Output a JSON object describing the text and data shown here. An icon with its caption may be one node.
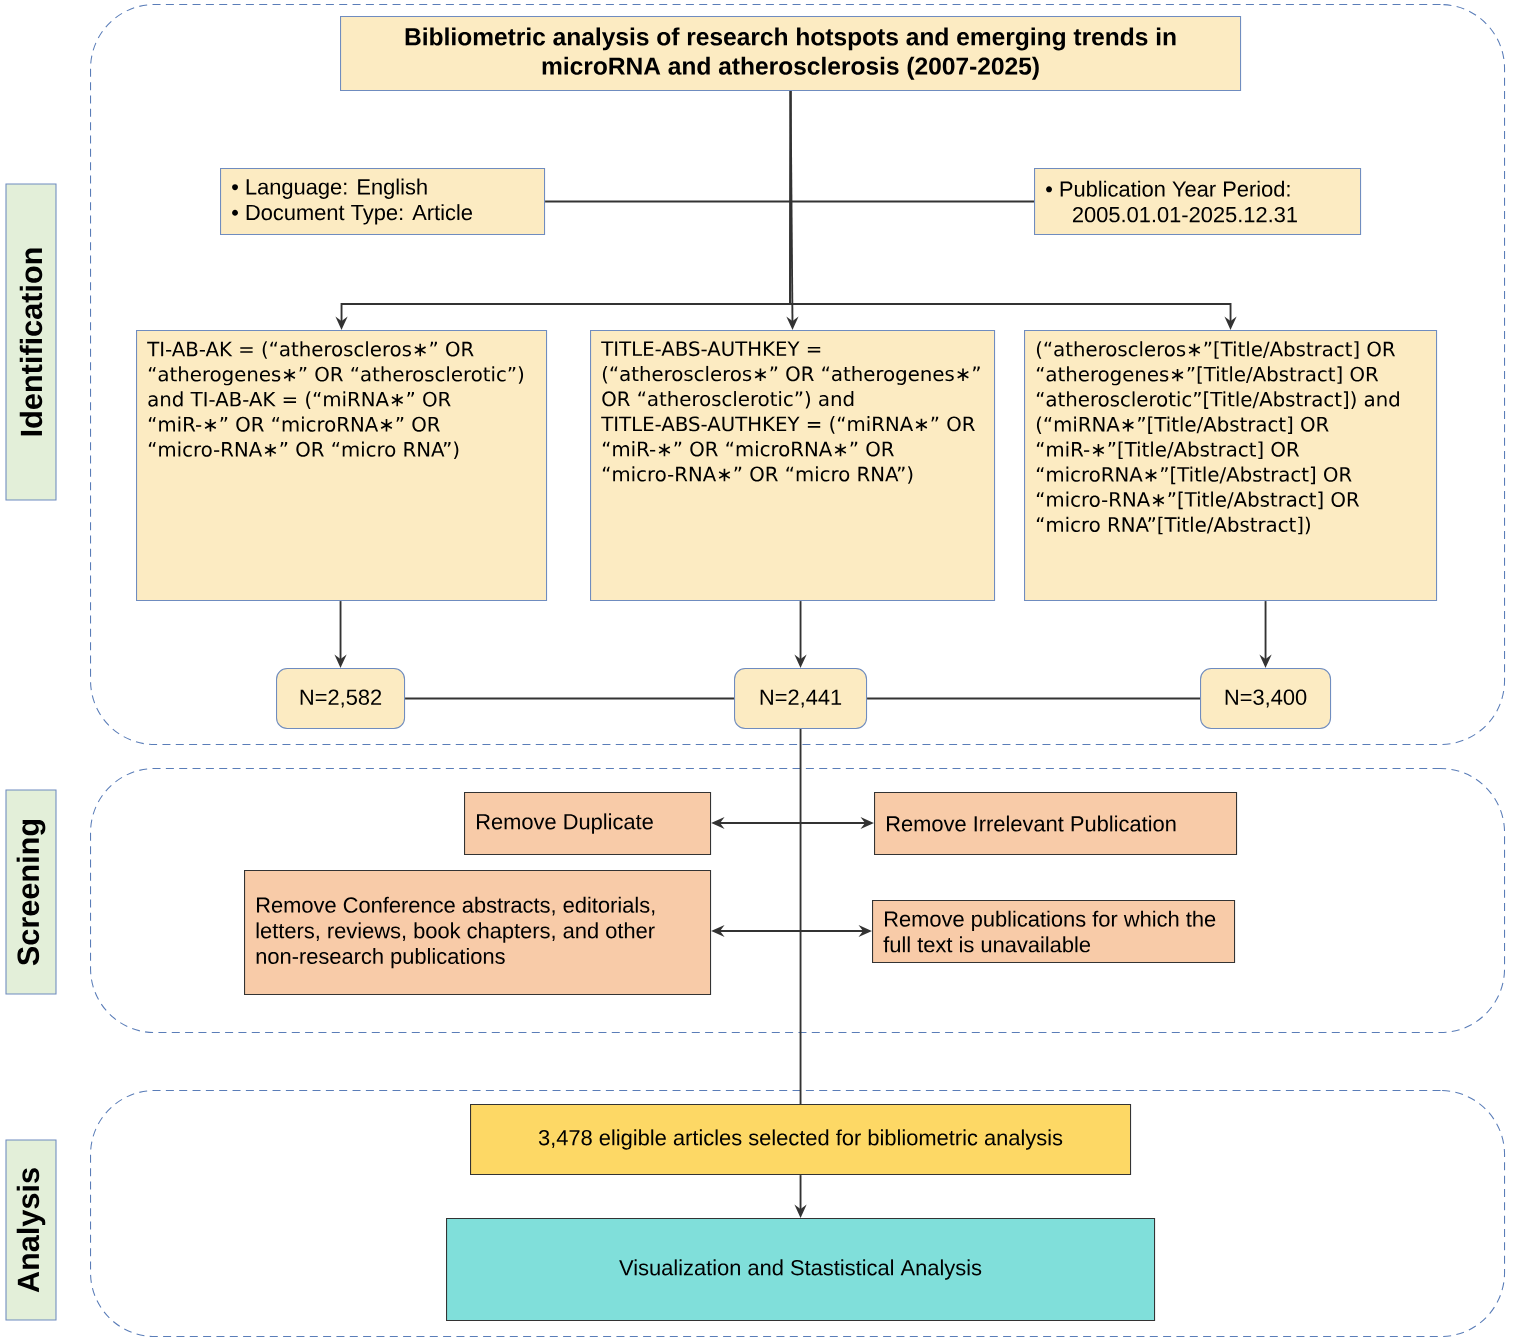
{
  "diagram": {
    "nodes": [
      {
        "text": [
          "Identification"
        ]
      },
      {
        "text": [
          "Bibliometric analysis of research hotspots and emerging trends in microRNA and atherosclerosis (2007-2025)"
        ],
        "in": 0
      },
      {
        "text": [
          "• Language: English",
          "• Document Type: Article"
        ],
        "in": 0
      },
      {
        "text": [
          "• Publication Year Period: 2005.01.01-2025.12.31"
        ],
        "in": 0
      },
      {
        "text": [
          "TI-AB-AK = (“atheroscleros∗” OR “atherogenes∗” OR “atherosclerotic”) and TI-AB-AK = (“miRNA∗” OR “miR-∗” OR “microRNA∗” OR “micro-RNA∗” OR “micro RNA”)"
        ],
        "in": 0
      },
      {
        "text": [
          "TITLE-ABS-AUTHKEY = (“atheroscleros∗” OR “atherogenes∗” OR “atherosclerotic”) and TITLE-ABS-AUTHKEY = (“miRNA∗” OR “miR-∗” OR “microRNA∗” OR “micro-RNA∗” OR “micro RNA”)"
        ],
        "in": 0
      },
      {
        "text": [
          "(“atheroscleros∗”[Title/Abstract] OR “atherogenes∗”[Title/Abstract] OR “atherosclerotic”[Title/Abstract]) and (“miRNA∗”[Title/Abstract] OR “miR-∗”[Title/Abstract] OR “microRNA∗”[Title/Abstract] OR “micro-RNA∗”[Title/Abstract] OR “micro RNA”[Title/Abstract])"
        ],
        "in": 0
      },
      {
        "text": [
          "N=2,582"
        ],
        "in": 0
      },
      {
        "text": [
          "N=2,441"
        ],
        "in": 0
      },
      {
        "text": [
          "N=3,400"
        ],
        "in": 0
      },
      {
        "text": [
          "Screening"
        ]
      },
      {
        "text": [
          "Remove Duplicate"
        ],
        "in": 10
      },
      {
        "text": [
          "Remove Irrelevant Publication"
        ],
        "in": 10
      },
      {
        "text": [
          "Remove Conference abstracts, editorials, letters, reviews, book chapters, and other non-research publications"
        ],
        "in": 10
      },
      {
        "text": [
          "Remove publications for which the full text is unavailable"
        ],
        "in": 10
      },
      {
        "text": [
          "Analysis"
        ]
      },
      {
        "text": [
          "3,478 eligible articles selected for bibliometric analysis"
        ],
        "in": 15
      },
      {
        "text": [
          "Visualization and Stastistical Analysis"
        ],
        "in": 15
      }
    ],
    "edges": [
      {
        "from": 1,
        "to": 4,
        "arrow": "to"
      },
      {
        "from": 1,
        "to": 5,
        "arrow": "to"
      },
      {
        "from": 1,
        "to": 6,
        "arrow": "to"
      },
      {
        "from": 2,
        "to": 3,
        "arrow": "none"
      },
      {
        "from": 4,
        "to": 7,
        "arrow": "to"
      },
      {
        "from": 5,
        "to": 8,
        "arrow": "to"
      },
      {
        "from": 6,
        "to": 9,
        "arrow": "to"
      },
      {
        "from": 7,
        "to": 8,
        "arrow": "none"
      },
      {
        "from": 8,
        "to": 9,
        "arrow": "none"
      },
      {
        "from": 8,
        "to": 16,
        "arrow": "none"
      },
      {
        "from": 11,
        "to": 12,
        "arrow": "both"
      },
      {
        "from": 13,
        "to": 14,
        "arrow": "both"
      },
      {
        "from": 16,
        "to": 17,
        "arrow": "to"
      }
    ]
  }
}
